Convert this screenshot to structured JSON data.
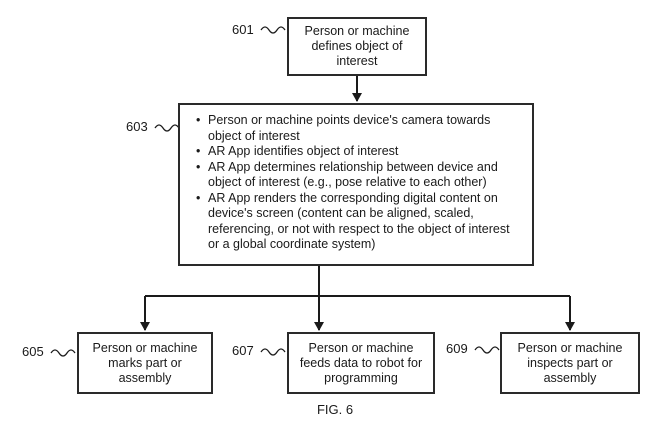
{
  "nodes": {
    "n601": {
      "ref": "601",
      "lines": [
        "Person or machine",
        "defines object of",
        "interest"
      ]
    },
    "n603": {
      "ref": "603",
      "bullets": [
        "Person or machine points device's camera towards object of interest",
        "AR App identifies object of interest",
        "AR App determines relationship between device and object of interest (e.g., pose relative to each other)",
        "AR App renders the corresponding digital content on device's screen (content can be aligned, scaled, referencing, or not with respect to the object of interest or a global coordinate system)"
      ]
    },
    "n605": {
      "ref": "605",
      "lines": [
        "Person or machine",
        "marks part or",
        "assembly"
      ]
    },
    "n607": {
      "ref": "607",
      "lines": [
        "Person or machine",
        "feeds data to robot for",
        "programming"
      ]
    },
    "n609": {
      "ref": "609",
      "lines": [
        "Person or machine",
        "inspects part or",
        "assembly"
      ]
    }
  },
  "figure_caption": "FIG. 6"
}
